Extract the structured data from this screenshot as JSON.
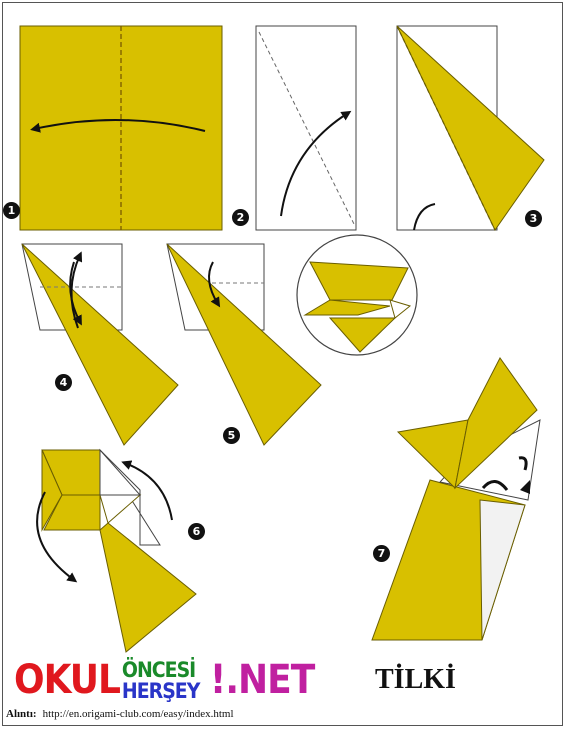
{
  "colors": {
    "paper": "#d8c000",
    "paper_edge": "#5a5000",
    "white": "#ffffff",
    "line": "#111111"
  },
  "steps": [
    {
      "num": "1"
    },
    {
      "num": "2"
    },
    {
      "num": "3"
    },
    {
      "num": "4"
    },
    {
      "num": "5"
    },
    {
      "num": "6"
    },
    {
      "num": "7"
    }
  ],
  "logo": {
    "part1": "OKUL",
    "part2_top": "ÖNCESİ",
    "part2_bottom": "HERŞEY",
    "part3": "!.NET",
    "letter_colors": [
      "#e0181e",
      "#1a8a2a",
      "#2a35c8",
      "#e08a00",
      "#c020a0",
      "#1aa0c0",
      "#e0181e",
      "#2a35c8",
      "#1a8a2a",
      "#c020a0",
      "#e08a00"
    ]
  },
  "title": "TİLKİ",
  "source": {
    "label": "Alıntı:",
    "url": "http://en.origami-club.com/easy/index.html"
  }
}
